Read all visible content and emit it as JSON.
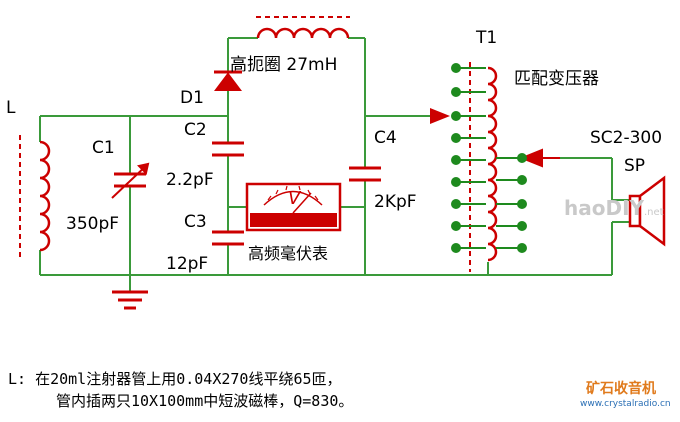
{
  "labels": {
    "L": "L",
    "C1": "C1",
    "C1_value": "350pF",
    "D1": "D1",
    "C2": "C2",
    "C2_value": "2.2pF",
    "C3": "C3",
    "C3_value": "12pF",
    "choke": "高扼圈 27mH",
    "voltmeter": "高频毫伏表",
    "C4": "C4",
    "C4_value": "2KpF",
    "T1": "T1",
    "transformer": "匹配变压器",
    "speaker_model": "SC2-300",
    "speaker": "SP",
    "meter_symbol": "V"
  },
  "note": {
    "line1": "L: 在20ml注射器管上用0.04X270线平绕65匝，",
    "line2": "管内插两只10X100mm中短波磁棒，Q=830。"
  },
  "watermark": {
    "site": "haoDIY",
    "site_suffix": ".net",
    "brand": "矿石收音机",
    "url": "www.crystalradio.cn"
  },
  "colors": {
    "wire": "#3a9a3a",
    "component": "#cc0000",
    "tap": "#1e8a1e",
    "text": "#000000"
  }
}
